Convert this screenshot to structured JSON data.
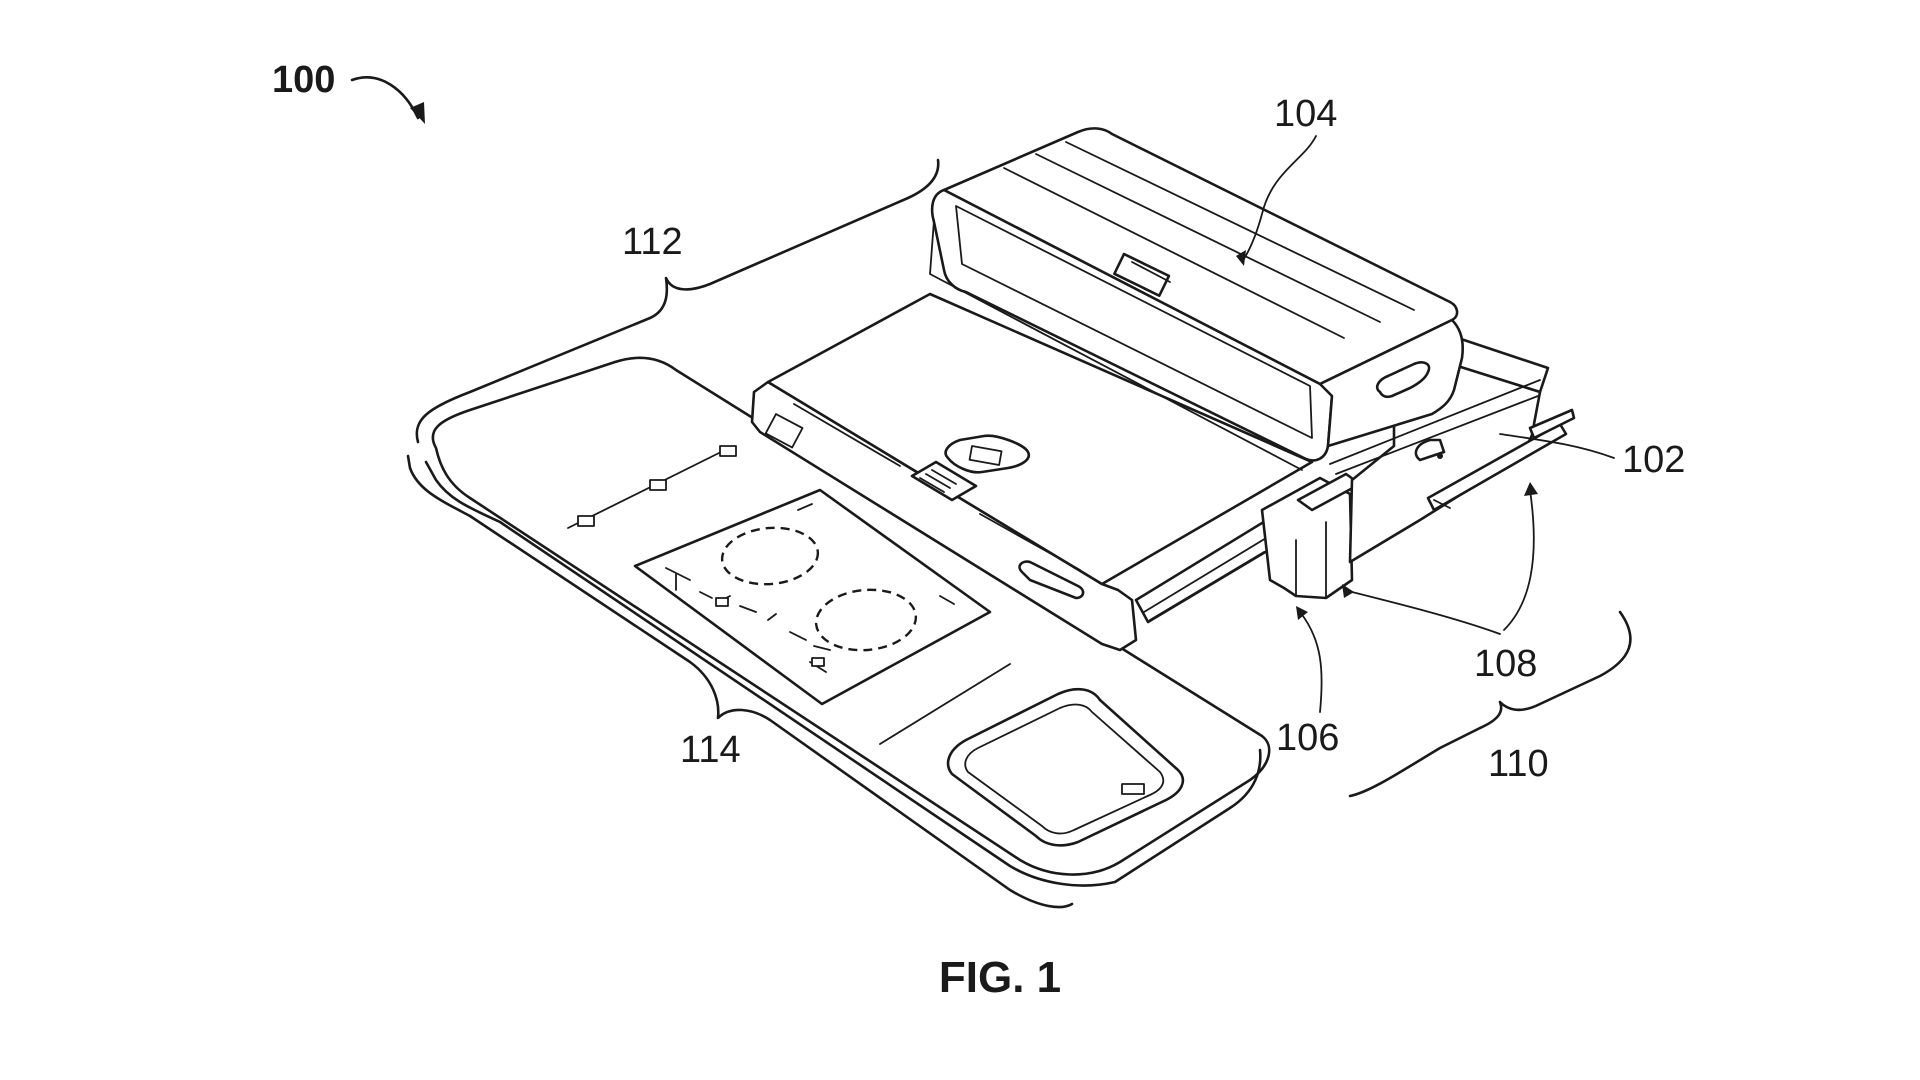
{
  "figure": {
    "caption": "FIG. 1",
    "assembly_ref": "100",
    "refs": {
      "r102": "102",
      "r104": "104",
      "r106": "106",
      "r108": "108",
      "r110": "110",
      "r112": "112",
      "r114": "114"
    }
  },
  "colors": {
    "line": "#1a1a1a",
    "background": "#ffffff"
  }
}
